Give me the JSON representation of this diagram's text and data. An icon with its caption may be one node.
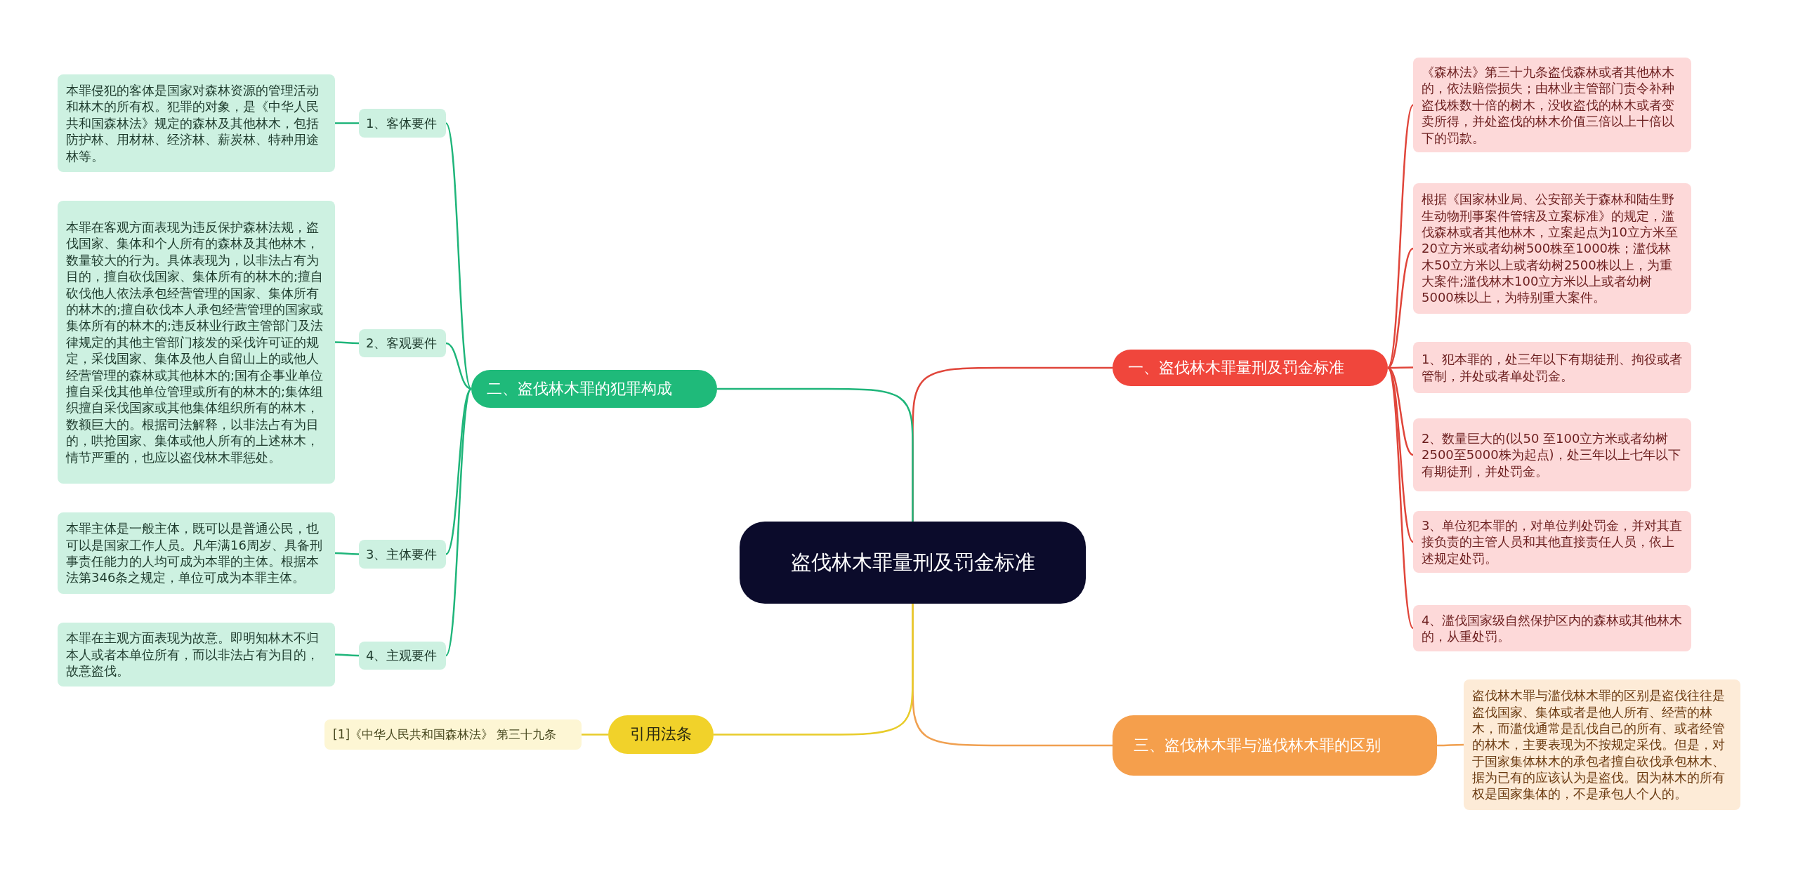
{
  "diagram": {
    "nodes": [
      {
        "text": [
          "盗伐林木罪量刑及罚金标准"
        ]
      },
      {
        "text": [
          "一、盗伐林木罪量刑及罚金标准"
        ]
      },
      {
        "text": [
          "《森林法》第三十九条盗伐森林或者其他林木的，依法赔偿损失；由林业主管部门责令补种盗伐株数十倍的树木，没收盗伐的林木或者变卖所得，并处盗伐的林木价值三倍以上十倍以下的罚款。"
        ]
      },
      {
        "text": [
          "根据《国家林业局、公安部关于森林和陆生野生动物刑事案件管辖及立案标准》的规定，滥伐森林或者其他林木，立案起点为10立方米至20立方米或者幼树500株至1000株；滥伐林木50立方米以上或者幼树2500株以上，为重大案件;滥伐林木100立方米以上或者幼树5000株以上，为特别重大案件。"
        ]
      },
      {
        "text": [
          "1、犯本罪的，处三年以下有期徒刑、拘役或者管制，并处或者单处罚金。"
        ]
      },
      {
        "text": [
          "2、数量巨大的(以50 至100立方米或者幼树2500至5000株为起点)，处三年以上七年以下有期徒刑，并处罚金。"
        ]
      },
      {
        "text": [
          "3、单位犯本罪的，对单位判处罚金，并对其直接负责的主管人员和其他直接责任人员，依上述规定处罚。"
        ]
      },
      {
        "text": [
          "4、滥伐国家级自然保护区内的森林或其他林木的，从重处罚。"
        ]
      },
      {
        "text": [
          "二、盗伐林木罪的犯罪构成"
        ]
      },
      {
        "text": [
          "1、客体要件"
        ]
      },
      {
        "text": [
          "本罪侵犯的客体是国家对森林资源的管理活动和林木的所有权。犯罪的对象，是《中华人民共和国森林法》规定的森林及其他林木，包括防护林、用材林、经济林、薪炭林、特种用途林等。"
        ]
      },
      {
        "text": [
          "2、客观要件"
        ]
      },
      {
        "text": [
          "本罪在客观方面表现为违反保护森林法规，盗伐国家、集体和个人所有的森林及其他林木，数量较大的行为。具体表现为，以非法占有为目的，擅自砍伐国家、集体所有的林木的;擅自砍伐他人依法承包经营管理的国家、集体所有的林木的;擅自砍伐本人承包经营管理的国家或集体所有的林木的;违反林业行政主管部门及法律规定的其他主管部门核发的采伐许可证的规定，采伐国家、集体及他人自留山上的或他人经营管理的森林或其他林木的;国有企事业单位擅自采伐其他单位管理或所有的林木的;集体组织擅自采伐国家或其他集体组织所有的林木，数额巨大的。根据司法解释，以非法占有为目的，哄抢国家、集体或他人所有的上述林木，情节严重的，也应以盗伐林木罪惩处。"
        ]
      },
      {
        "text": [
          "3、主体要件"
        ]
      },
      {
        "text": [
          "本罪主体是一般主体，既可以是普通公民，也可以是国家工作人员。凡年满16周岁、具备刑事责任能力的人均可成为本罪的主体。根据本法第346条之规定，单位可成为本罪主体。"
        ]
      },
      {
        "text": [
          "4、主观要件"
        ]
      },
      {
        "text": [
          "本罪在主观方面表现为故意。即明知林木不归本人或者本单位所有，而以非法占有为目的，故意盗伐。"
        ]
      },
      {
        "text": [
          "三、盗伐林木罪与滥伐林木罪的区别"
        ]
      },
      {
        "text": [
          "盗伐林木罪与滥伐林木罪的区别是盗伐往往是盗伐国家、集体或者是他人所有、经营的林木，而滥伐通常是乱伐自己的所有、或者经管的林木，主要表现为不按规定采伐。但是，对于国家集体林木的承包者擅自砍伐承包林木、据为已有的应该认为是盗伐。因为林木的所有权是国家集体的，不是承包人个人的。"
        ]
      },
      {
        "text": [
          "引用法条"
        ]
      },
      {
        "text": [
          "[1]《中华人民共和国森林法》 第三十九条"
        ]
      }
    ],
    "edges": [
      {
        "from": 0,
        "to": 1,
        "arrow": "none",
        "color": "#e0453a"
      },
      {
        "from": 1,
        "to": 2,
        "arrow": "none",
        "color": "#e0453a"
      },
      {
        "from": 1,
        "to": 3,
        "arrow": "none",
        "color": "#e0453a"
      },
      {
        "from": 1,
        "to": 4,
        "arrow": "none",
        "color": "#e0453a"
      },
      {
        "from": 1,
        "to": 5,
        "arrow": "none",
        "color": "#e0453a"
      },
      {
        "from": 1,
        "to": 6,
        "arrow": "none",
        "color": "#e0453a"
      },
      {
        "from": 1,
        "to": 7,
        "arrow": "none",
        "color": "#e0453a"
      },
      {
        "from": 0,
        "to": 8,
        "arrow": "none"
      },
      {
        "from": 8,
        "to": 9,
        "arrow": "none"
      },
      {
        "from": 9,
        "to": 10,
        "arrow": "none"
      },
      {
        "from": 8,
        "to": 11,
        "arrow": "none"
      },
      {
        "from": 11,
        "to": 12,
        "arrow": "none"
      },
      {
        "from": 8,
        "to": 13,
        "arrow": "none"
      },
      {
        "from": 13,
        "to": 14,
        "arrow": "none"
      },
      {
        "from": 8,
        "to": 15,
        "arrow": "none"
      },
      {
        "from": 15,
        "to": 16,
        "arrow": "none"
      },
      {
        "from": 0,
        "to": 17,
        "arrow": "none",
        "color": "#f0a050"
      },
      {
        "from": 17,
        "to": 18,
        "arrow": "none",
        "color": "#f0a050"
      },
      {
        "from": 0,
        "to": 19,
        "arrow": "none",
        "color": "#e8cc2a"
      },
      {
        "from": 19,
        "to": 20,
        "arrow": "none",
        "color": "#e8cc2a"
      }
    ]
  }
}
